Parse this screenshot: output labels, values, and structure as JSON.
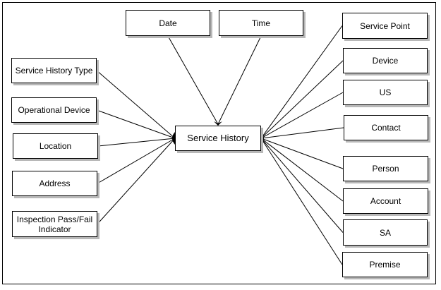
{
  "center": {
    "id": "service-history",
    "label": "Service History"
  },
  "top": [
    {
      "id": "date",
      "label": "Date"
    },
    {
      "id": "time",
      "label": "Time"
    }
  ],
  "left": [
    {
      "id": "service-history-type",
      "label": "Service History Type"
    },
    {
      "id": "operational-device",
      "label": "Operational Device"
    },
    {
      "id": "location",
      "label": "Location"
    },
    {
      "id": "address",
      "label": "Address"
    },
    {
      "id": "inspection-pass-fail-indicator",
      "label": "Inspection Pass/Fail\nIndicator"
    }
  ],
  "right": [
    {
      "id": "service-point",
      "label": "Service Point"
    },
    {
      "id": "device",
      "label": "Device"
    },
    {
      "id": "us",
      "label": "US"
    },
    {
      "id": "contact",
      "label": "Contact"
    },
    {
      "id": "person",
      "label": "Person"
    },
    {
      "id": "account",
      "label": "Account"
    },
    {
      "id": "sa",
      "label": "SA"
    },
    {
      "id": "premise",
      "label": "Premise"
    }
  ],
  "colors": {
    "line": "#000000",
    "border": "#000000",
    "shadow": "#b8b8b8",
    "background": "#ffffff"
  },
  "edges": {
    "end_at_center": "crow-foot",
    "top_end_at_center": "arrow"
  }
}
